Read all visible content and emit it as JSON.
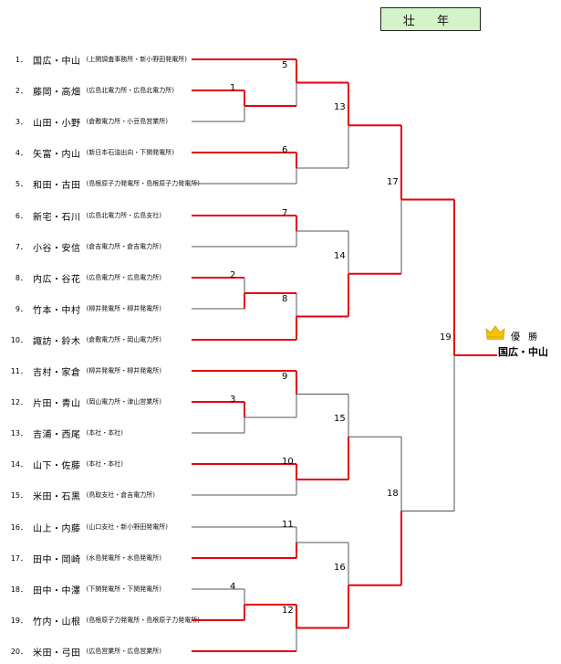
{
  "title": "壮 年",
  "entries": [
    {
      "num": "1．",
      "name": "国広・中山",
      "aff": "(上関調査事務所・新小野田発電所)"
    },
    {
      "num": "2．",
      "name": "藤岡・高畑",
      "aff": "(広島北電力所・広島北電力所)"
    },
    {
      "num": "3．",
      "name": "山田・小野",
      "aff": "(倉敷電力所・小豆島営業所)"
    },
    {
      "num": "4．",
      "name": "矢富・内山",
      "aff": "(新日本石油出向・下関発電所)"
    },
    {
      "num": "5．",
      "name": "和田・古田",
      "aff": "(島根原子力発電所・島根原子力発電所)"
    },
    {
      "num": "6．",
      "name": "新宅・石川",
      "aff": "(広島北電力所・広島支社)"
    },
    {
      "num": "7．",
      "name": "小谷・安信",
      "aff": "(倉吉電力所・倉吉電力所)"
    },
    {
      "num": "8．",
      "name": "内広・谷花",
      "aff": "(広島電力所・広島電力所)"
    },
    {
      "num": "9．",
      "name": "竹本・中村",
      "aff": "(柳井発電所・柳井発電所)"
    },
    {
      "num": "10．",
      "name": "諏訪・鈴木",
      "aff": "(倉敷電力所・岡山電力所)"
    },
    {
      "num": "11．",
      "name": "吉村・家倉",
      "aff": "(柳井発電所・柳井発電所)"
    },
    {
      "num": "12．",
      "name": "片田・青山",
      "aff": "(岡山電力所・津山営業所)"
    },
    {
      "num": "13．",
      "name": "吉浦・西尾",
      "aff": "(本社・本社)"
    },
    {
      "num": "14．",
      "name": "山下・佐藤",
      "aff": "(本社・本社)"
    },
    {
      "num": "15．",
      "name": "米田・石黒",
      "aff": "(鳥取支社・倉吉電力所)"
    },
    {
      "num": "16．",
      "name": "山上・内藤",
      "aff": "(山口支社・新小野田発電所)"
    },
    {
      "num": "17．",
      "name": "田中・岡崎",
      "aff": "(水島発電所・水島発電所)"
    },
    {
      "num": "18．",
      "name": "田中・中澤",
      "aff": "(下関発電所・下関発電所)"
    },
    {
      "num": "19．",
      "name": "竹内・山根",
      "aff": "(島根原子力発電所・島根原子力発電所)"
    },
    {
      "num": "20．",
      "name": "米田・弓田",
      "aff": "(広島営業所・広島営業所)"
    }
  ],
  "matches": [
    "1",
    "2",
    "3",
    "4",
    "5",
    "6",
    "7",
    "8",
    "9",
    "10",
    "11",
    "12",
    "13",
    "14",
    "15",
    "16",
    "17",
    "18",
    "19"
  ],
  "winner": {
    "label": "優 勝",
    "name": "国広・中山"
  },
  "colors": {
    "win_line": "#e60012",
    "lose_line": "#555555",
    "title_bg": "#d3f3c8"
  },
  "icons": {
    "crown": "crown-icon"
  }
}
